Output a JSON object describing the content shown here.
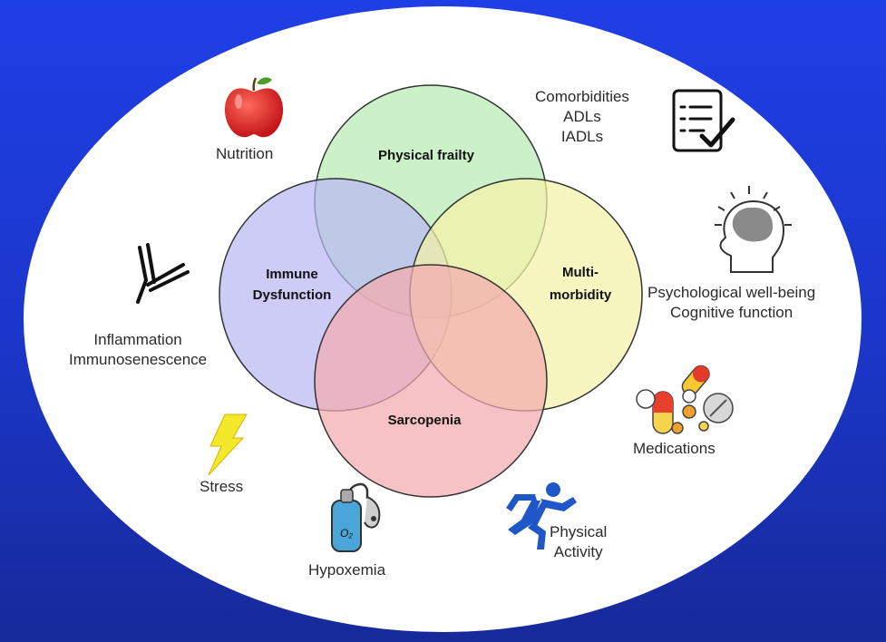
{
  "venn": {
    "sets": [
      {
        "name": "Physical frailty",
        "color": "#b8ecb4"
      },
      {
        "name_line1": "Immune",
        "name_line2": "Dysfunction",
        "color": "#b8b8f2"
      },
      {
        "name_line1": "Multi-",
        "name_line2": "morbidity",
        "color": "#f4f3a8"
      },
      {
        "name": "Sarcopenia",
        "color": "#f4aaae"
      }
    ]
  },
  "factors": {
    "nutrition": {
      "label": "Nutrition",
      "icon": "apple-icon"
    },
    "comorbidities": {
      "line1": "Comorbidities",
      "line2": "ADLs",
      "line3": "IADLs",
      "icon": "checklist-icon"
    },
    "psych": {
      "line1": "Psychological well-being",
      "line2": "Cognitive function",
      "icon": "brain-head-icon"
    },
    "medications": {
      "label": "Medications",
      "icon": "pills-icon"
    },
    "activity": {
      "line1": "Physical",
      "line2": "Activity",
      "icon": "runner-icon"
    },
    "hypoxemia": {
      "label": "Hypoxemia",
      "icon": "oxygen-tank-icon"
    },
    "stress": {
      "label": "Stress",
      "icon": "lightning-icon"
    },
    "inflammation": {
      "line1": "Inflammation",
      "line2": "Immunosenescence",
      "icon": "antibody-icon"
    }
  },
  "icon_text": {
    "oxygen": "O₂"
  }
}
